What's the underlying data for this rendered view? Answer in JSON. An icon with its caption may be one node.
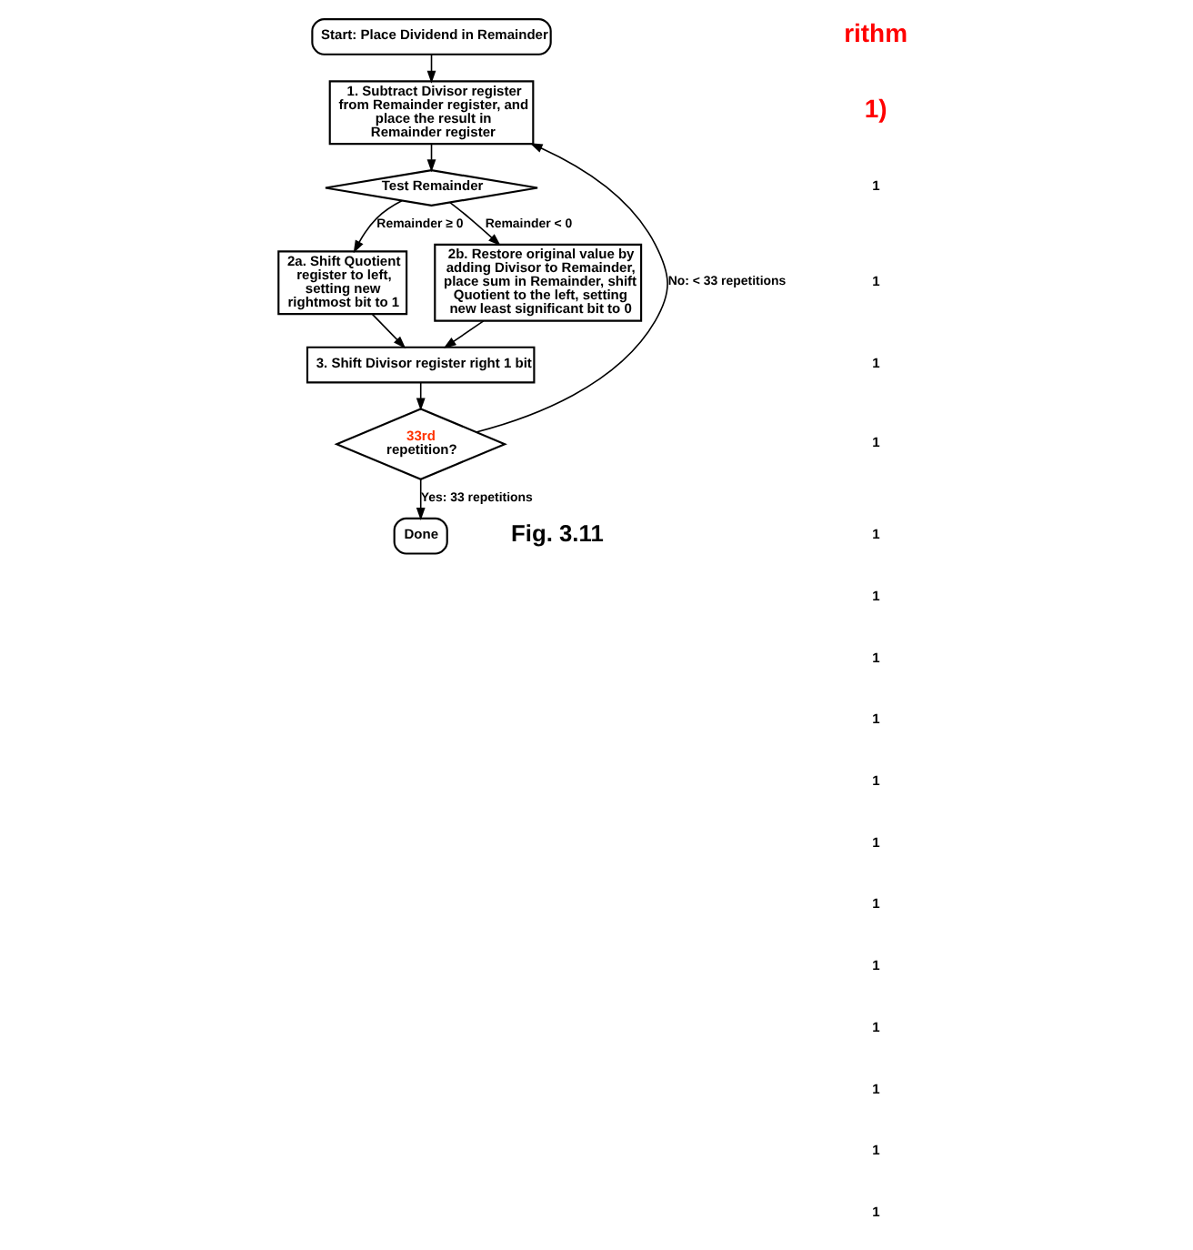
{
  "diagram": {
    "nodes": [
      {
        "text": [
          "Start: Place Dividend in Remainder"
        ]
      },
      {
        "text": [
          "1. Subtract Divisor register from Remainder register, and place the result in Remainder register"
        ]
      },
      {
        "text": [
          "Test Remainder"
        ]
      },
      {
        "text": [
          "2a. Shift Quotient register to left, setting new rightmost bit to 1"
        ]
      },
      {
        "text": [
          "2b. Restore original value by adding Divisor to Remainder, place sum in Remainder, shift Quotient to the left, setting new least significant bit to 0"
        ]
      },
      {
        "text": [
          "3. Shift Divisor register right 1 bit"
        ]
      },
      {
        "text": [
          "33rd",
          "repetition?"
        ]
      },
      {
        "text": [
          "Done"
        ]
      }
    ],
    "edges": [
      {
        "from": 0,
        "to": 1,
        "arrow": "to"
      },
      {
        "from": 1,
        "to": 2,
        "arrow": "to"
      },
      {
        "from": 2,
        "to": 3,
        "arrow": "to",
        "label": "Remainder ≥ 0"
      },
      {
        "from": 2,
        "to": 4,
        "arrow": "to",
        "label": "Remainder < 0"
      },
      {
        "from": 3,
        "to": 5,
        "arrow": "to"
      },
      {
        "from": 4,
        "to": 5,
        "arrow": "to"
      },
      {
        "from": 5,
        "to": 6,
        "arrow": "to"
      },
      {
        "from": 6,
        "to": 1,
        "arrow": "to",
        "label": "No: < 33 repetitions"
      },
      {
        "from": 6,
        "to": 7,
        "arrow": "to",
        "label": "Yes: 33 repetitions"
      }
    ],
    "labels": [
      "rithm",
      "1)",
      "1",
      "1",
      "1",
      "1",
      "1",
      "1",
      "1",
      "1",
      "1",
      "1",
      "1",
      "1",
      "1",
      "1",
      "1",
      "1",
      "Fig. 3.11"
    ]
  }
}
